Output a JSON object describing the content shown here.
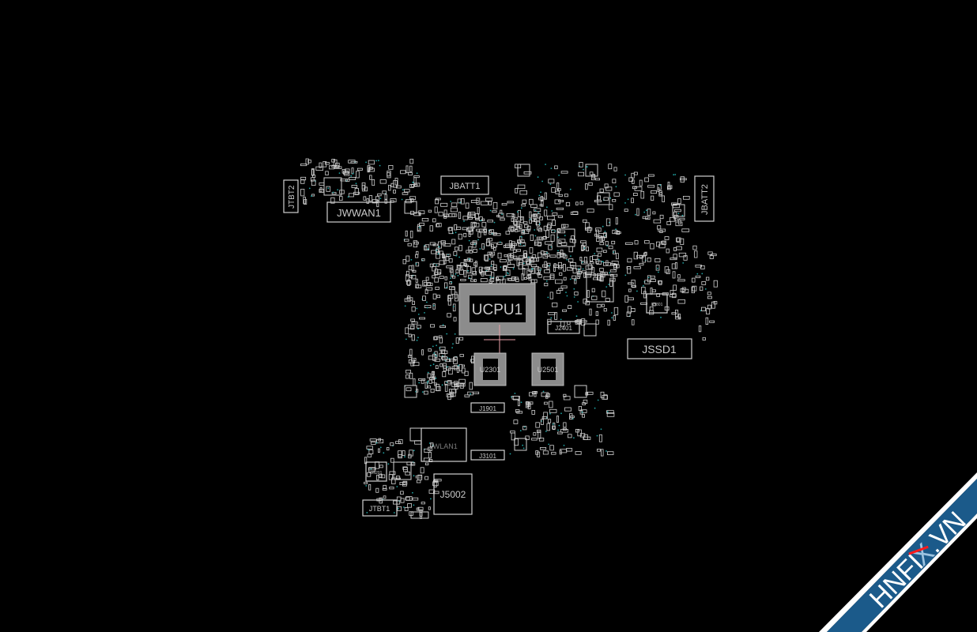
{
  "viewer": {
    "background": "#000000",
    "outline_color": "#d0d0d0",
    "via_color": "#1fa3a3",
    "trace_color": "#e8a0a8"
  },
  "board": {
    "components": {
      "jtbt2": "JTBT2",
      "jwwan1": "JWWAN1",
      "jbatt1": "JBATT1",
      "jbatt2": "JBATT2",
      "ucpu1": "UCPU1",
      "u2301": "U2301",
      "u2501": "U2501",
      "j2401": "J2401",
      "jssd1": "JSSD1",
      "j1901": "J1901",
      "j3101": "J3101",
      "jwlan1": "JWLAN1",
      "j5002": "J5002",
      "jtbt1": "JTBT1",
      "u5801": "U5801",
      "u5201": "U5201"
    }
  },
  "watermark": {
    "text_main": "HNFI",
    "text_x": "X",
    "text_tail": ".VN",
    "band_color": "#1b5a8a",
    "accent_color": "#ff1a1a"
  }
}
